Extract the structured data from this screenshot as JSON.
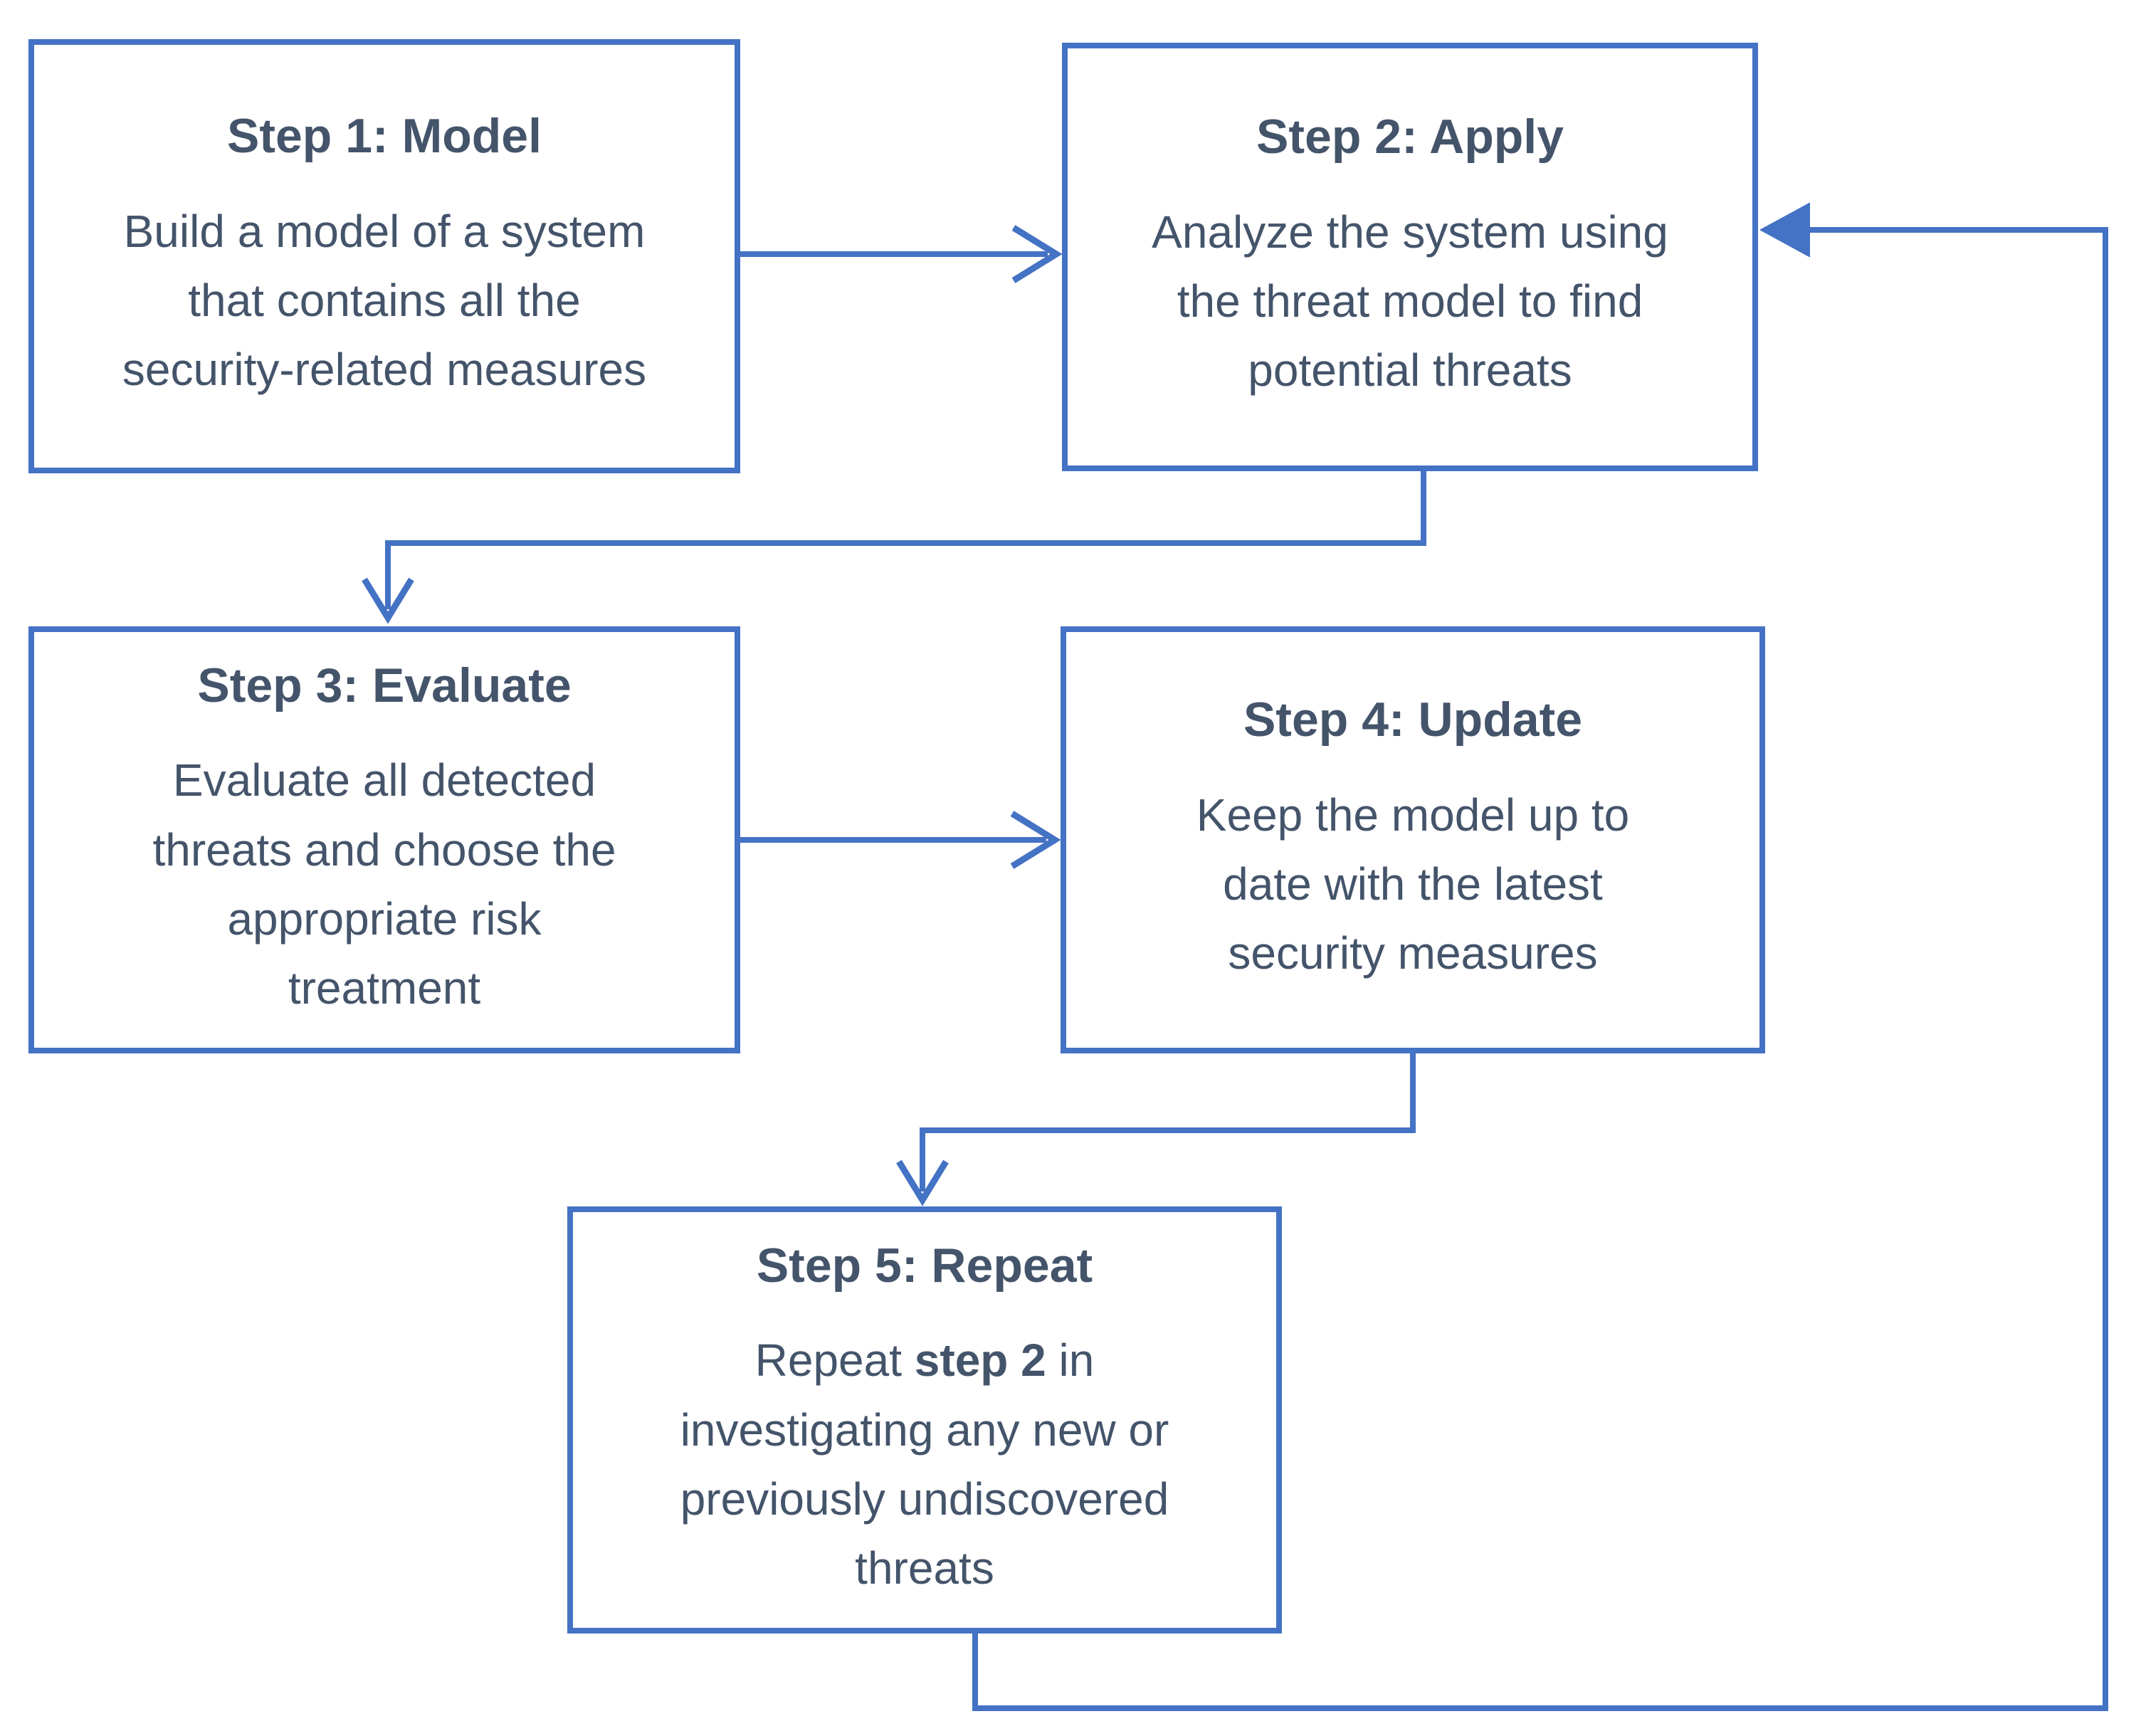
{
  "diagram": {
    "title": "Threat modeling five-step process flowchart",
    "colors": {
      "line": "#4472C4",
      "text": "#44546A",
      "background": "#FFFFFF"
    },
    "boxes": [
      {
        "id": "step-1",
        "title": "Step 1: Model",
        "lines": [
          "Build a model of a system",
          "that contains all the",
          "security-related measures"
        ]
      },
      {
        "id": "step-2",
        "title": "Step 2: Apply",
        "lines": [
          "Analyze the system using",
          "the threat model to find",
          "potential threats"
        ]
      },
      {
        "id": "step-3",
        "title": "Step 3: Evaluate",
        "lines": [
          "Evaluate all detected",
          "threats and choose the",
          "appropriate risk",
          "treatment"
        ]
      },
      {
        "id": "step-4",
        "title": "Step 4: Update",
        "lines": [
          "Keep the model up to",
          "date with the latest",
          "security measures"
        ]
      },
      {
        "id": "step-5",
        "title": "Step 5: Repeat",
        "line1": {
          "prefix": "Repeat ",
          "bold": "step 2",
          "suffix": " in"
        },
        "lines_rest": [
          "investigating any new or",
          "previously undiscovered",
          "threats"
        ]
      }
    ],
    "connectors": [
      {
        "from": "step-1",
        "to": "step-2",
        "shape": "straight-right"
      },
      {
        "from": "step-2",
        "to": "step-3",
        "shape": "elbow-down-left-down"
      },
      {
        "from": "step-3",
        "to": "step-4",
        "shape": "straight-right"
      },
      {
        "from": "step-4",
        "to": "step-5",
        "shape": "elbow-down-left-down"
      },
      {
        "from": "step-5",
        "to": "step-2",
        "shape": "loop-down-right-up-left"
      }
    ]
  }
}
